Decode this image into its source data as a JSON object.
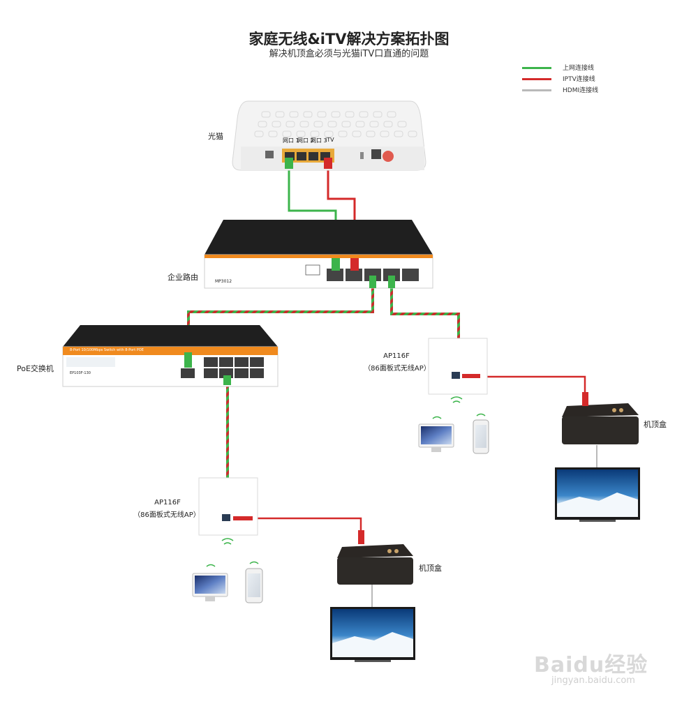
{
  "title": "家庭无线&iTV解决方案拓扑图",
  "subtitle": "解决机顶盒必须与光猫iTV口直通的问题",
  "legend": [
    {
      "label": "上网连接线",
      "color": "#3cb44b"
    },
    {
      "label": "IPTV连接线",
      "color": "#d42a2a"
    },
    {
      "label": "HDMI连接线",
      "color": "#b9b9b9"
    }
  ],
  "devices": {
    "modem": {
      "label": "光猫",
      "ports": [
        "网口\n1",
        "网口\n2",
        "网口\n3",
        "iTV"
      ]
    },
    "router": {
      "label": "企业路由",
      "model": "MP3012"
    },
    "poe_switch": {
      "label": "PoE交换机",
      "model": "EP103F-130",
      "banner": "8-Port 10/100Mbps Switch with 8-Port POE"
    },
    "ap_right": {
      "model": "AP116F",
      "desc": "（86面板式无线AP）"
    },
    "ap_left": {
      "model": "AP116F",
      "desc": "（86面板式无线AP）"
    },
    "stb_right": {
      "label": "机顶盒"
    },
    "stb_left": {
      "label": "机顶盒"
    }
  },
  "watermark": {
    "brand": "Baidu经验",
    "url": "jingyan.baidu.com"
  }
}
